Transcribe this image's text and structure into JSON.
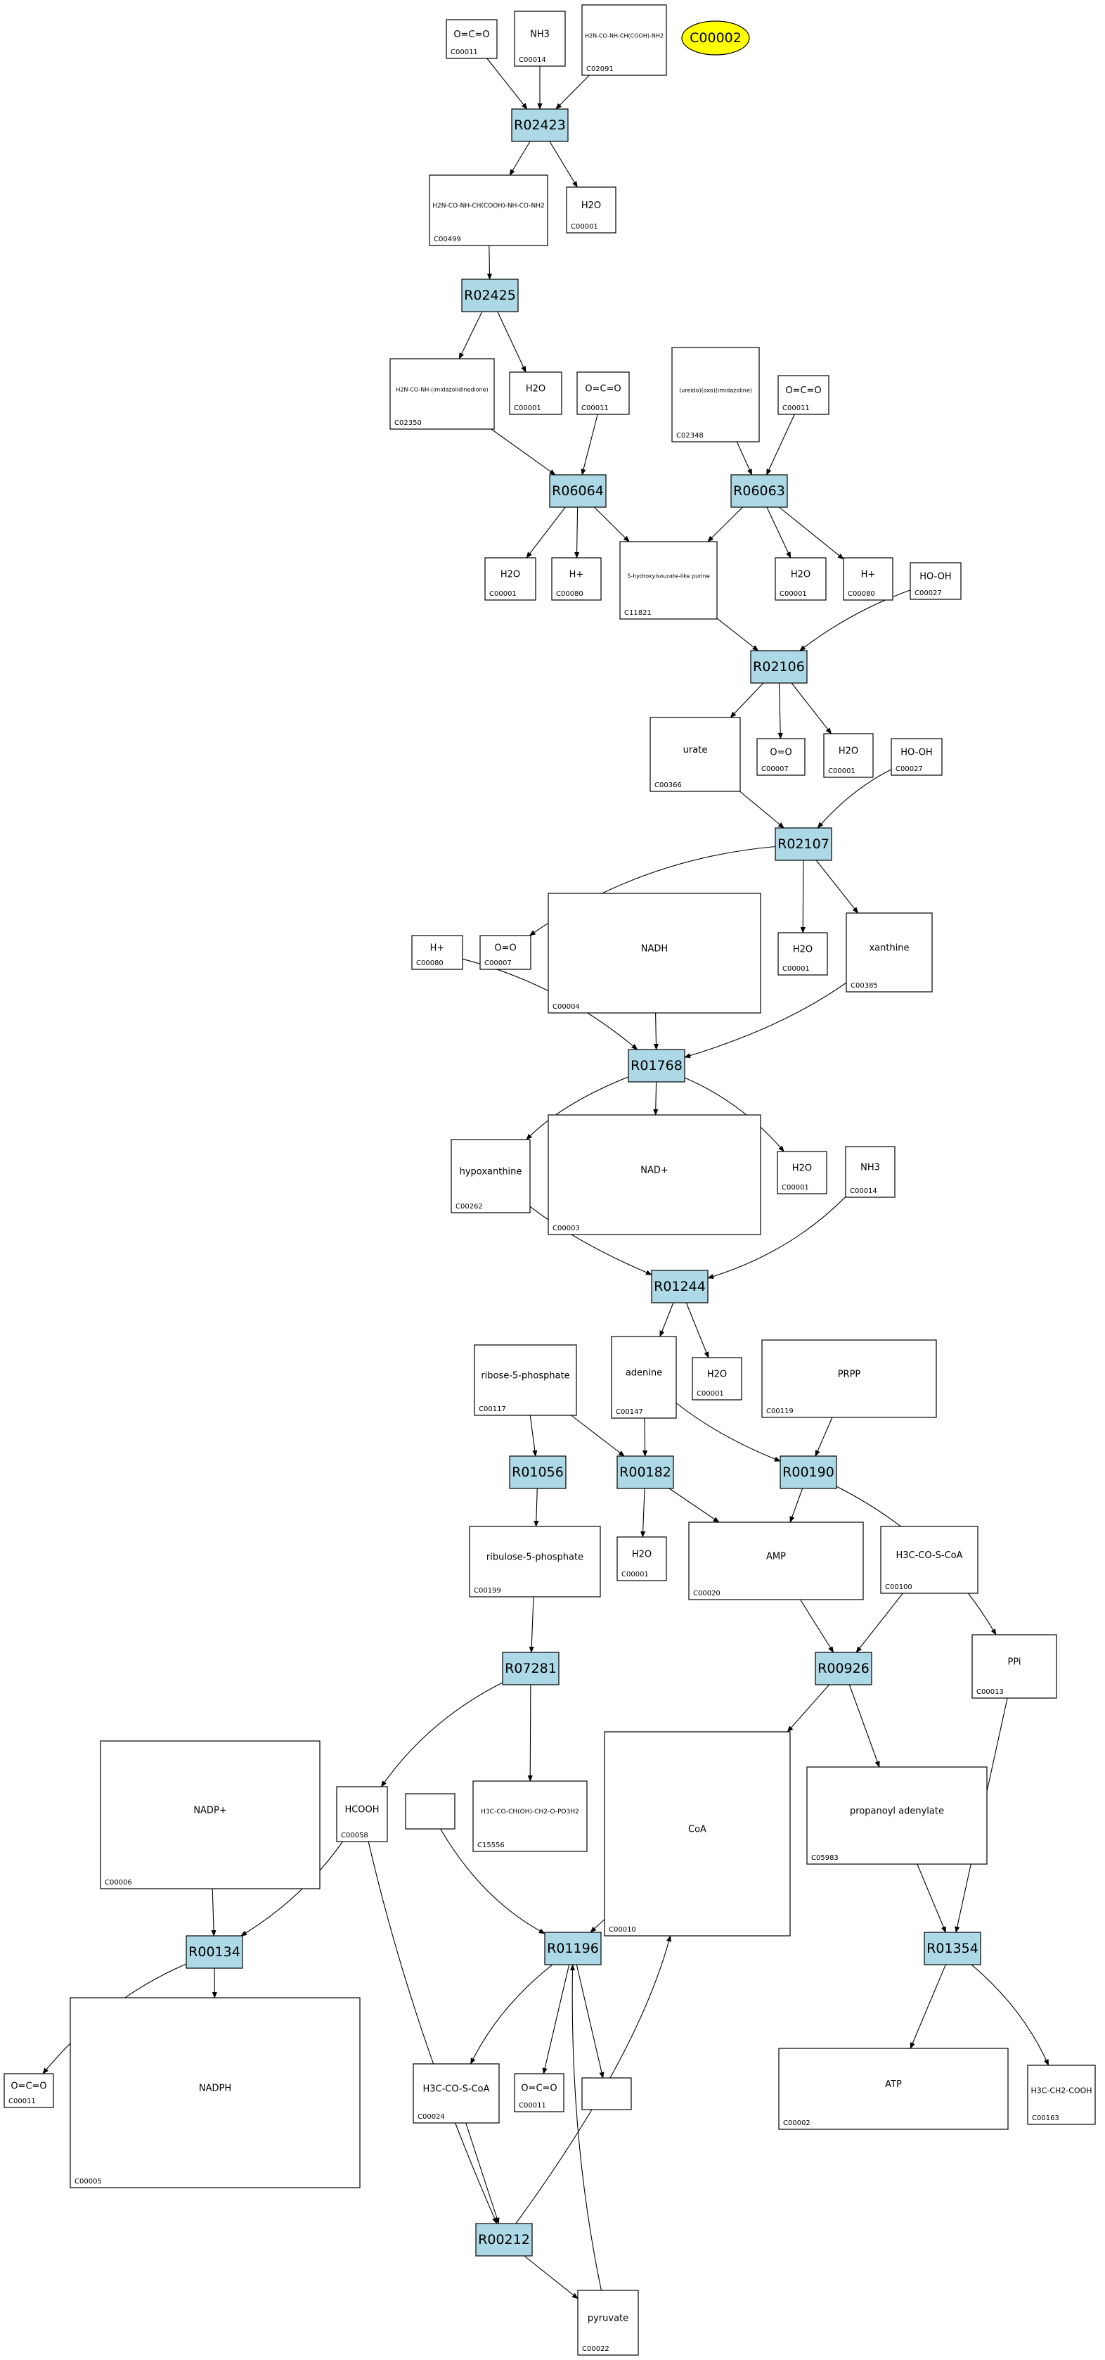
{
  "highlight": {
    "id": "C00002",
    "label": "C00002"
  },
  "reactions": [
    {
      "id": "R02423",
      "label": "R02423"
    },
    {
      "id": "R02425",
      "label": "R02425"
    },
    {
      "id": "R06064",
      "label": "R06064"
    },
    {
      "id": "R06063",
      "label": "R06063"
    },
    {
      "id": "R02106",
      "label": "R02106"
    },
    {
      "id": "R02107",
      "label": "R02107"
    },
    {
      "id": "R01768",
      "label": "R01768"
    },
    {
      "id": "R01244",
      "label": "R01244"
    },
    {
      "id": "R01056",
      "label": "R01056"
    },
    {
      "id": "R00182",
      "label": "R00182"
    },
    {
      "id": "R00190",
      "label": "R00190"
    },
    {
      "id": "R07281",
      "label": "R07281"
    },
    {
      "id": "R00926",
      "label": "R00926"
    },
    {
      "id": "R00134",
      "label": "R00134"
    },
    {
      "id": "R01196",
      "label": "R01196"
    },
    {
      "id": "R01354",
      "label": "R01354"
    },
    {
      "id": "R00212",
      "label": "R00212"
    }
  ],
  "compounds": [
    {
      "id": "c1",
      "label": "C00011",
      "formula": "O=C=O"
    },
    {
      "id": "c2",
      "label": "C00014",
      "formula": "NH3"
    },
    {
      "id": "c3",
      "label": "C02091",
      "formula": "H2N-CO-NH-CH(COOH)-NH2"
    },
    {
      "id": "c4",
      "label": "C00499",
      "formula": "H2N-CO-NH-CH(COOH)-NH-CO-NH2"
    },
    {
      "id": "c5",
      "label": "C00001",
      "formula": "H2O"
    },
    {
      "id": "c6",
      "label": "C02350",
      "formula": "H2N-CO-NH-(imidazolidinedione)"
    },
    {
      "id": "c7",
      "label": "C00001",
      "formula": "H2O"
    },
    {
      "id": "c8",
      "label": "C00011",
      "formula": "O=C=O"
    },
    {
      "id": "c9",
      "label": "C02348",
      "formula": "(ureido)(oxo)(imidazoline)"
    },
    {
      "id": "c10",
      "label": "C00011",
      "formula": "O=C=O"
    },
    {
      "id": "c11",
      "label": "C00001",
      "formula": "H2O"
    },
    {
      "id": "c12",
      "label": "C00080",
      "formula": "H+"
    },
    {
      "id": "c13",
      "label": "C11821",
      "formula": "5-hydroxyisourate-like purine"
    },
    {
      "id": "c14",
      "label": "C00001",
      "formula": "H2O"
    },
    {
      "id": "c15",
      "label": "C00080",
      "formula": "H+"
    },
    {
      "id": "c16",
      "label": "C00027",
      "formula": "HO-OH"
    },
    {
      "id": "c17",
      "label": "C00366",
      "formula": "urate"
    },
    {
      "id": "c18",
      "label": "C00007",
      "formula": "O=O"
    },
    {
      "id": "c19",
      "label": "C00001",
      "formula": "H2O"
    },
    {
      "id": "c20",
      "label": "C00027",
      "formula": "HO-OH"
    },
    {
      "id": "c21",
      "label": "C00080",
      "formula": "H+"
    },
    {
      "id": "c22",
      "label": "C00007",
      "formula": "O=O"
    },
    {
      "id": "c23",
      "label": "C00004",
      "formula": "NADH"
    },
    {
      "id": "c24",
      "label": "C00001",
      "formula": "H2O"
    },
    {
      "id": "c25",
      "label": "C00385",
      "formula": "xanthine"
    },
    {
      "id": "c26",
      "label": "C00262",
      "formula": "hypoxanthine"
    },
    {
      "id": "c27",
      "label": "C00003",
      "formula": "NAD+"
    },
    {
      "id": "c28",
      "label": "C00001",
      "formula": "H2O"
    },
    {
      "id": "c29",
      "label": "C00014",
      "formula": "NH3"
    },
    {
      "id": "c30",
      "label": "C00117",
      "formula": "ribose-5-phosphate"
    },
    {
      "id": "c31",
      "label": "C00147",
      "formula": "adenine"
    },
    {
      "id": "c32",
      "label": "C00001",
      "formula": "H2O"
    },
    {
      "id": "c33",
      "label": "C00119",
      "formula": "PRPP"
    },
    {
      "id": "c34",
      "label": "C00199",
      "formula": "ribulose-5-phosphate"
    },
    {
      "id": "c35",
      "label": "C00001",
      "formula": "H2O"
    },
    {
      "id": "c36",
      "label": "C00020",
      "formula": "AMP"
    },
    {
      "id": "c37",
      "label": "C00100",
      "formula": "H3C-CO-S-CoA"
    },
    {
      "id": "c38",
      "label": "C00013",
      "formula": "PPi"
    },
    {
      "id": "c39",
      "label": "C00006",
      "formula": "NADP+"
    },
    {
      "id": "c40",
      "label": "C00058",
      "formula": "HCOOH"
    },
    {
      "id": "c41",
      "label": "",
      "formula": ""
    },
    {
      "id": "c42",
      "label": "C15556",
      "formula": "H3C-CO-CH(OH)-CH2-O-PO3H2"
    },
    {
      "id": "c43",
      "label": "C00010",
      "formula": "CoA"
    },
    {
      "id": "c44",
      "label": "C05983",
      "formula": "propanoyl adenylate"
    },
    {
      "id": "c45",
      "label": "C00011",
      "formula": "O=C=O"
    },
    {
      "id": "c46",
      "label": "C00005",
      "formula": "NADPH"
    },
    {
      "id": "c47",
      "label": "C00024",
      "formula": "H3C-CO-S-CoA"
    },
    {
      "id": "c48",
      "label": "C00011",
      "formula": "O=C=O"
    },
    {
      "id": "c49",
      "label": "",
      "formula": ""
    },
    {
      "id": "c50",
      "label": "C00002",
      "formula": "ATP"
    },
    {
      "id": "c51",
      "label": "C00163",
      "formula": "H3C-CH2-COOH"
    },
    {
      "id": "c52",
      "label": "C00022",
      "formula": "pyruvate"
    }
  ]
}
